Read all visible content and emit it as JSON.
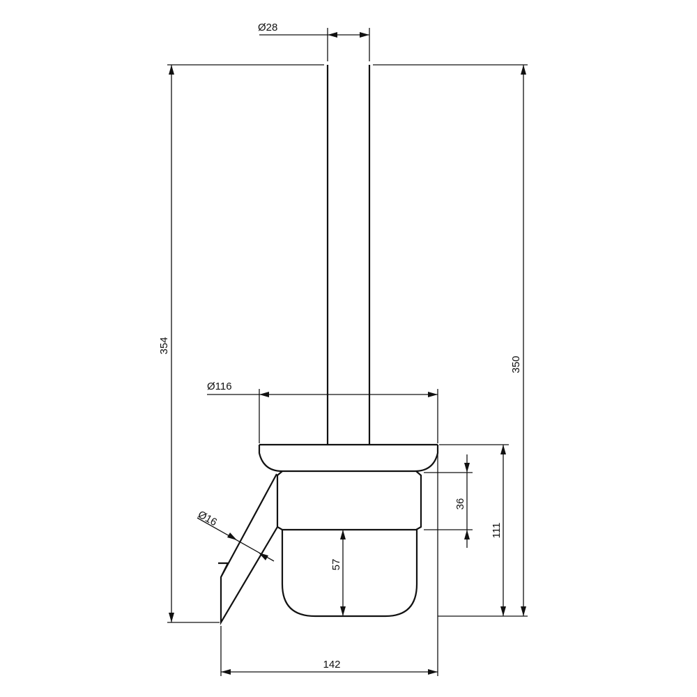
{
  "drawing": {
    "line_color": "#111111",
    "background": "#ffffff",
    "dimensions": {
      "stem_diameter": "Ø28",
      "overall_height": "354",
      "brush_height": "350",
      "cup_diameter": "Ø116",
      "holder_ring_height": "36",
      "holder_total_height": "111",
      "wall_bracket_diameter": "Ø16",
      "glass_depth": "57",
      "wall_projection": "142"
    }
  }
}
